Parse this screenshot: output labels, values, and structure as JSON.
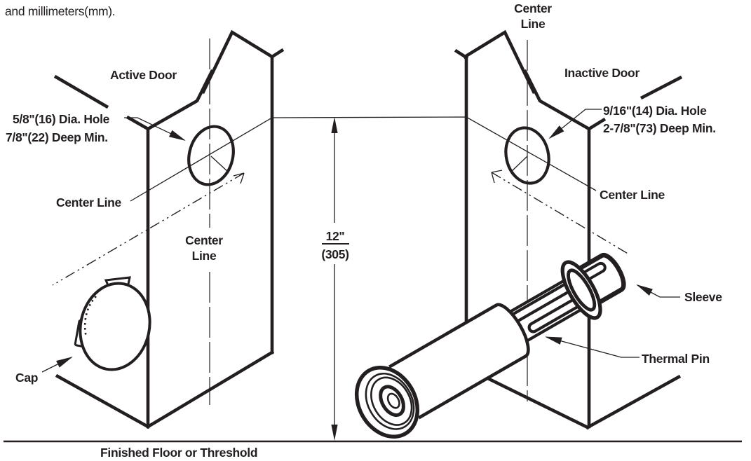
{
  "page": {
    "note": "and millimeters(mm)."
  },
  "labels": {
    "top_center_line_1": "Center",
    "top_center_line_2": "Line",
    "active_door": "Active Door",
    "inactive_door": "Inactive Door",
    "active_hole_spec_1": "5/8\"(16) Dia. Hole",
    "active_hole_spec_2": "7/8\"(22) Deep Min.",
    "inactive_hole_spec_1": "9/16\"(14) Dia. Hole",
    "inactive_hole_spec_2": "2-7/8\"(73) Deep Min.",
    "active_center_line": "Center Line",
    "active_center_line_vert_1": "Center",
    "active_center_line_vert_2": "Line",
    "inactive_center_line": "Center Line",
    "cap": "Cap",
    "sleeve": "Sleeve",
    "thermal_pin": "Thermal Pin",
    "floor": "Finished Floor or Threshold"
  },
  "dimension": {
    "inches": "12\"",
    "millimeters": "(305)"
  },
  "colors": {
    "ink": "#231f20",
    "background": "#ffffff"
  }
}
